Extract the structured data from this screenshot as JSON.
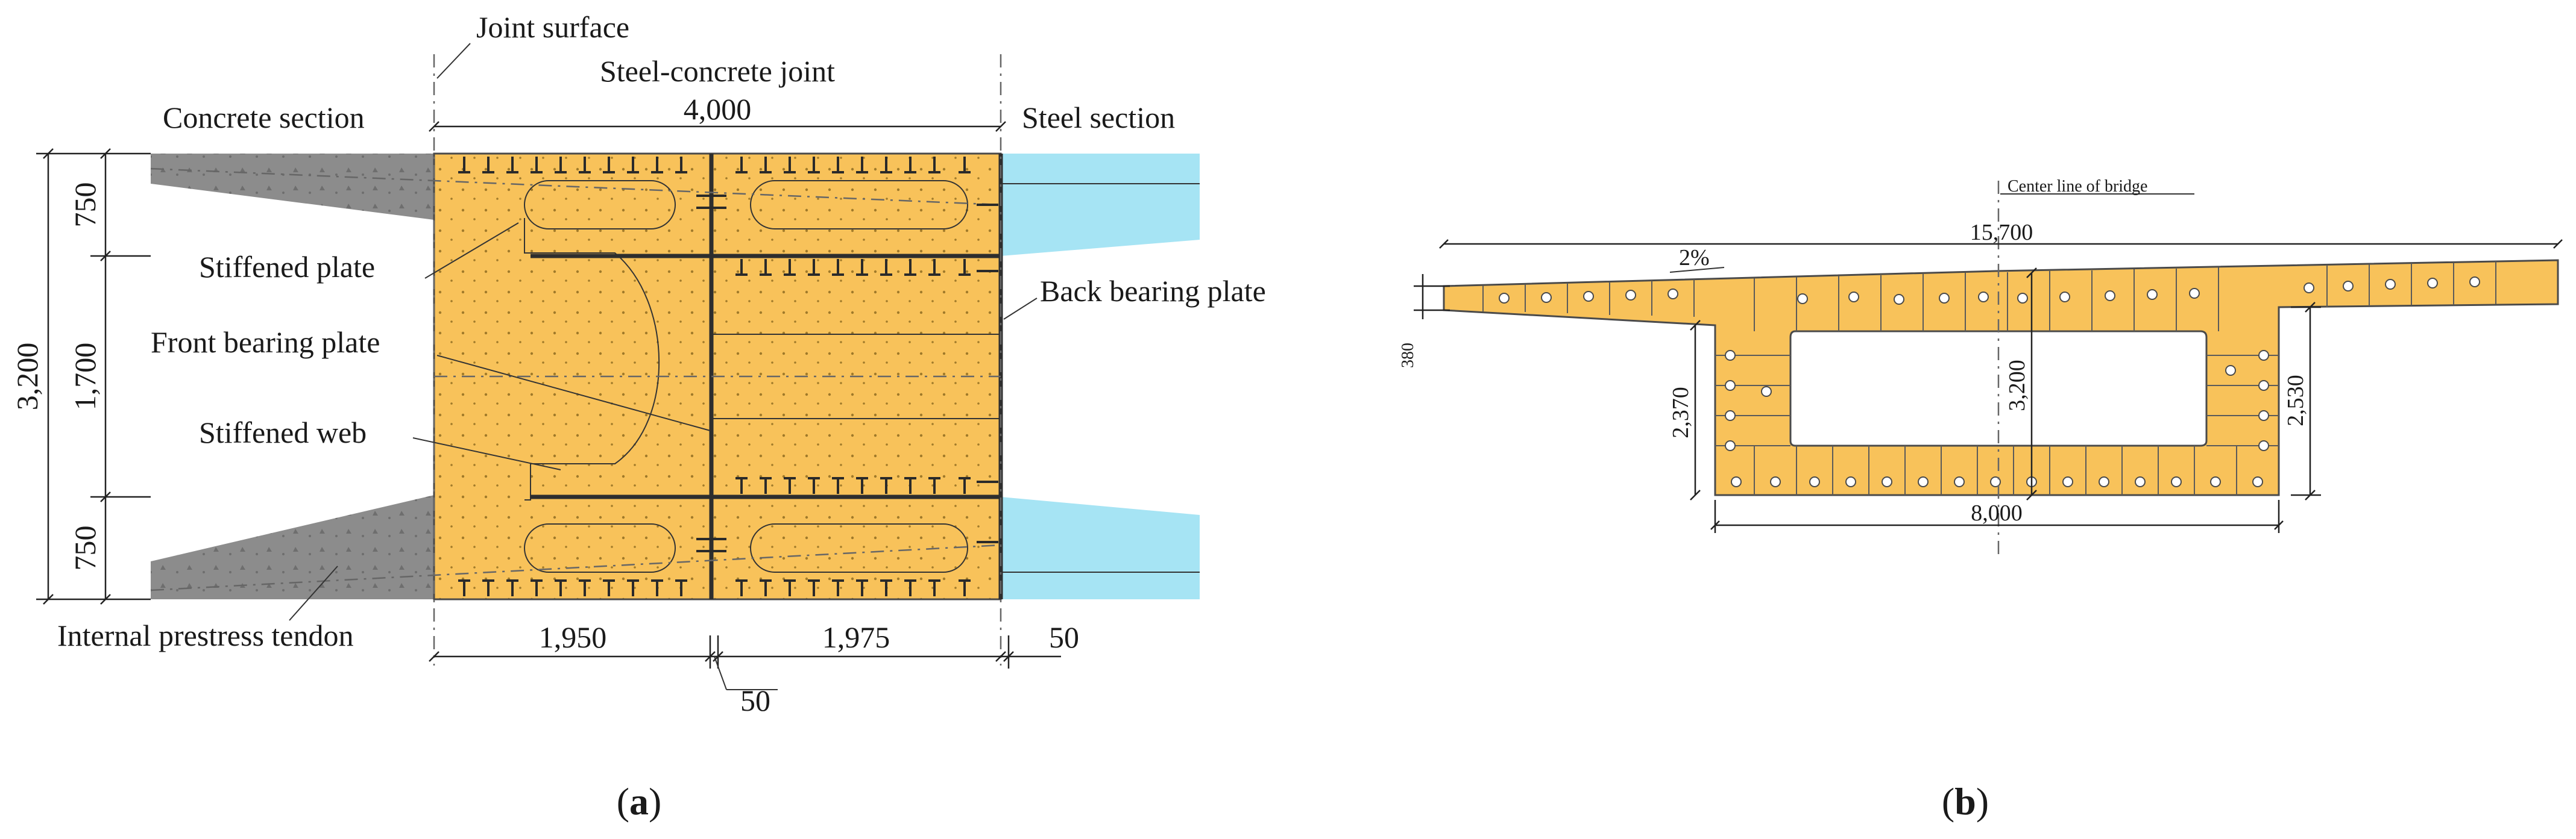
{
  "panel_a": {
    "labels": {
      "joint_surface": "Joint surface",
      "joint_title": "Steel-concrete joint",
      "concrete_section": "Concrete section",
      "steel_section": "Steel section",
      "stiffened_plate": "Stiffened plate",
      "front_bearing_plate": "Front bearing plate",
      "stiffened_web": "Stiffened web",
      "back_bearing_plate": "Back bearing plate",
      "internal_tendon": "Internal prestress tendon"
    },
    "dimensions": {
      "total_length": "4,000",
      "total_height": "3,200",
      "top_segment": "750",
      "middle_segment": "1,700",
      "bottom_segment": "750",
      "left_length": "1,950",
      "right_length": "1,975",
      "plate_gap": "50",
      "end_plate": "50"
    },
    "colors": {
      "steel_box": "#f8c25a",
      "concrete": "#8c8c8c",
      "steel_section": "#a6e4f4"
    },
    "caption": {
      "pre": "(",
      "letter": "a",
      "post": ")"
    }
  },
  "panel_b": {
    "labels": {
      "center_line": "Center line of bridge",
      "slope": "2%"
    },
    "dimensions": {
      "deck_width": "15,700",
      "bottom_width": "8,000",
      "center_height": "3,200",
      "left_web_height": "2,370",
      "right_web_height": "2,530",
      "edge_thickness": "380"
    },
    "colors": {
      "section_fill": "#f8c25a",
      "holes": "#ffffff"
    },
    "caption": {
      "pre": "(",
      "letter": "b",
      "post": ")"
    }
  }
}
